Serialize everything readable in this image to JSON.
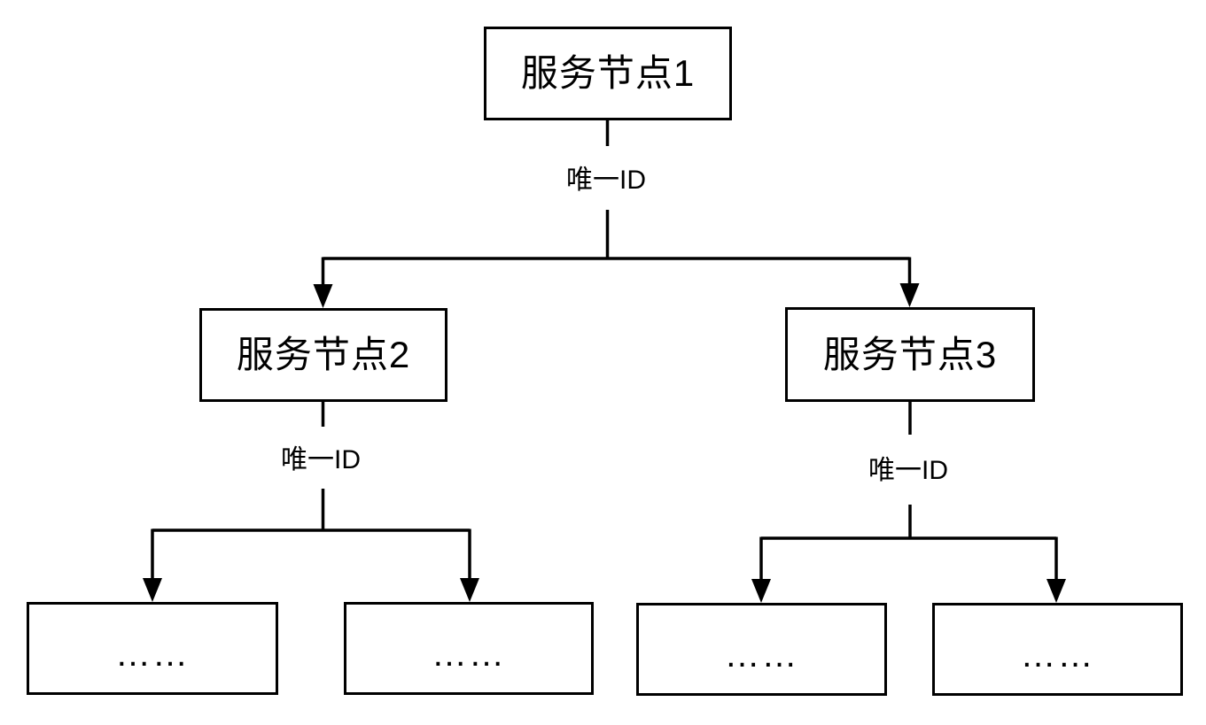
{
  "diagram": {
    "type": "tree",
    "nodes": {
      "root": {
        "label": "服务节点1"
      },
      "left": {
        "label": "服务节点2"
      },
      "right": {
        "label": "服务节点3"
      }
    },
    "edge_labels": {
      "root": "唯一ID",
      "left": "唯一ID",
      "right": "唯一ID"
    },
    "leaves": [
      {
        "label": "……"
      },
      {
        "label": "……"
      },
      {
        "label": "……"
      },
      {
        "label": "……"
      }
    ],
    "colors": {
      "stroke": "#000000",
      "background": "#ffffff",
      "text": "#000000"
    }
  }
}
